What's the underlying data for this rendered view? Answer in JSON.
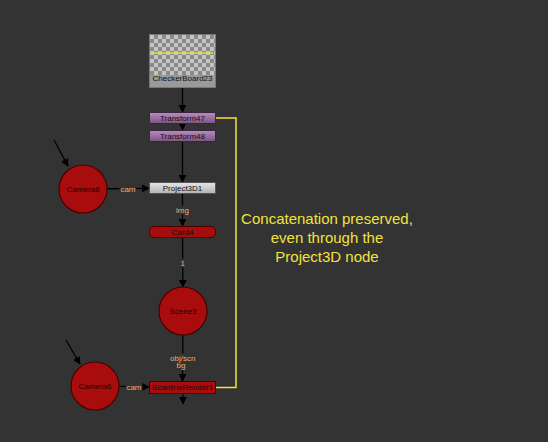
{
  "diagram": {
    "nodes": [
      {
        "text": [
          "CheckerBoard23"
        ]
      },
      {
        "text": [
          "Transform47"
        ]
      },
      {
        "text": [
          "Transform48"
        ]
      },
      {
        "text": [
          "Camera8"
        ]
      },
      {
        "text": [
          "Project3D1"
        ]
      },
      {
        "text": [
          "Card4"
        ]
      },
      {
        "text": [
          "Scene3"
        ]
      },
      {
        "text": [
          "Camera6"
        ]
      },
      {
        "text": [
          "ScanlineRender1"
        ]
      }
    ],
    "edges": [
      {
        "from": 0,
        "to": 1,
        "arrow": "to"
      },
      {
        "from": 1,
        "to": 2,
        "arrow": "to"
      },
      {
        "from": 2,
        "to": 4,
        "arrow": "to"
      },
      {
        "from": 3,
        "to": 4,
        "label": "cam",
        "arrow": "to"
      },
      {
        "from": 4,
        "to": 5,
        "label": "img",
        "arrow": "to"
      },
      {
        "from": 5,
        "to": 6,
        "label": "1",
        "arrow": "to"
      },
      {
        "from": 6,
        "to": 8,
        "label": "obj/scn",
        "arrow": "to"
      },
      {
        "from": 7,
        "to": 8,
        "label": "cam",
        "arrow": "to"
      },
      {
        "from": 1,
        "to": 8,
        "arrow": "none"
      }
    ],
    "labels": [
      "bg",
      "Concatenation preserved, even through the Project3D node"
    ]
  }
}
